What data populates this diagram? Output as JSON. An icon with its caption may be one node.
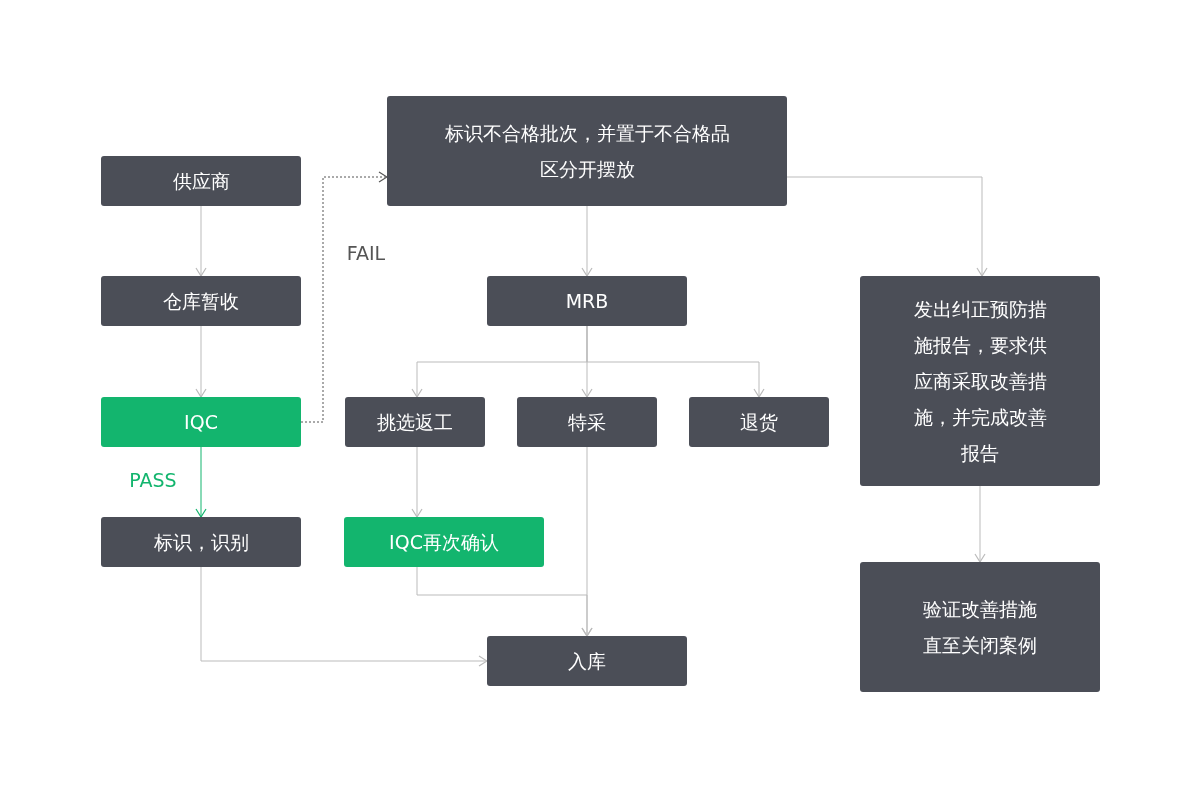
{
  "diagram": {
    "nodes": [
      {
        "text": [
          "供应商"
        ]
      },
      {
        "text": [
          "仓库暂收"
        ]
      },
      {
        "text": [
          "IQC"
        ]
      },
      {
        "text": [
          "标识，识别"
        ]
      },
      {
        "text": [
          "标识不合格批次，并置于不合格品区分开摆放"
        ]
      },
      {
        "text": [
          "MRB"
        ]
      },
      {
        "text": [
          "挑选返工"
        ]
      },
      {
        "text": [
          "特采"
        ]
      },
      {
        "text": [
          "退货"
        ]
      },
      {
        "text": [
          "IQC再次确认"
        ]
      },
      {
        "text": [
          "入库"
        ]
      },
      {
        "text": [
          "发出纠正预防措施报告，要求供应商采取改善措施，并完成改善报告"
        ]
      },
      {
        "text": [
          "验证改善措施直至关闭案例"
        ]
      }
    ],
    "edges": [
      {
        "from": 0,
        "to": 1,
        "arrow": "to"
      },
      {
        "from": 1,
        "to": 2,
        "arrow": "to"
      },
      {
        "from": 2,
        "to": 3,
        "arrow": "to",
        "label": "PASS",
        "color": "#13b56e"
      },
      {
        "from": 2,
        "to": 4,
        "arrow": "to",
        "label": "FAIL",
        "style": "dashed",
        "color": "#555555"
      },
      {
        "from": 4,
        "to": 5,
        "arrow": "to"
      },
      {
        "from": 4,
        "to": 11,
        "arrow": "to"
      },
      {
        "from": 5,
        "to": 6,
        "arrow": "to"
      },
      {
        "from": 5,
        "to": 7,
        "arrow": "to"
      },
      {
        "from": 5,
        "to": 8,
        "arrow": "to"
      },
      {
        "from": 6,
        "to": 9,
        "arrow": "to"
      },
      {
        "from": 9,
        "to": 10,
        "arrow": "to"
      },
      {
        "from": 7,
        "to": 10,
        "arrow": "to"
      },
      {
        "from": 3,
        "to": 10,
        "arrow": "to"
      },
      {
        "from": 11,
        "to": 12,
        "arrow": "to"
      }
    ]
  }
}
